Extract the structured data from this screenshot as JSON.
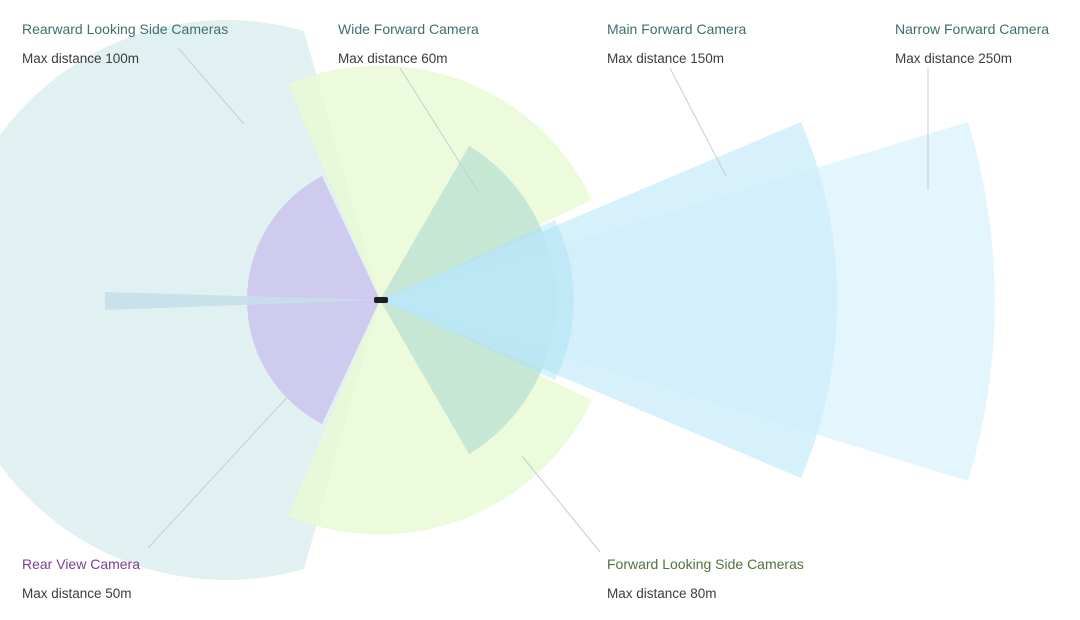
{
  "colors": {
    "teal_title": "#3f6f6c",
    "purple_title": "#7b3f93",
    "green_title": "#55703c"
  },
  "cameras": {
    "rearward_side": {
      "title": "Rearward Looking Side Cameras",
      "distance": "Max distance 100m"
    },
    "wide_forward": {
      "title": "Wide Forward Camera",
      "distance": "Max distance 60m"
    },
    "main_forward": {
      "title": "Main Forward Camera",
      "distance": "Max distance 150m"
    },
    "narrow_forward": {
      "title": "Narrow Forward Camera",
      "distance": "Max distance 250m"
    },
    "rear_view": {
      "title": "Rear View Camera",
      "distance": "Max distance 50m"
    },
    "forward_side": {
      "title": "Forward Looking Side Cameras",
      "distance": "Max distance 80m"
    }
  }
}
